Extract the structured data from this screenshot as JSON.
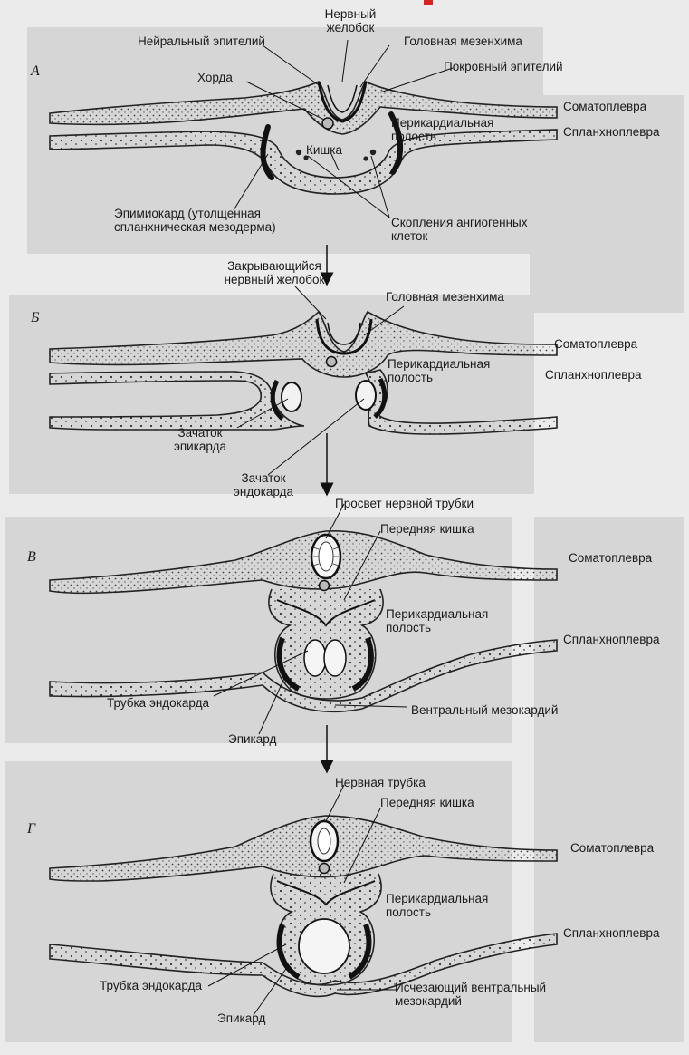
{
  "figure": {
    "panels": [
      {
        "letter": "А",
        "labels": {
          "nervous_groove": "Нервный\nжелобок",
          "neural_epithelium": "Нейральный эпителий",
          "head_mesenchyme": "Головная мезенхима",
          "chord": "Хорда",
          "integumentary_epithelium": "Покровный эпителий",
          "somatopleure": "Соматоплевра",
          "pericardial_cavity": "Перикардиальная\nполость",
          "splanchnopleure": "Спланхноплевра",
          "gut": "Кишка",
          "epimyocardium": "Эпимиокард (утолщенная\nспланхническая мезодерма)",
          "angiogenic_clusters": "Скопления ангиогенных\nклеток"
        }
      },
      {
        "letter": "Б",
        "labels": {
          "closing_groove": "Закрывающийся\nнервный желобок",
          "head_mesenchyme": "Головная мезенхима",
          "somatopleure": "Соматоплевра",
          "pericardial_cavity": "Перикардиальная\nполость",
          "splanchnopleure": "Спланхноплевра",
          "epicardium_primordium": "Зачаток\nэпикарда",
          "endocardium_primordium": "Зачаток\nэндокарда"
        }
      },
      {
        "letter": "В",
        "labels": {
          "neural_tube_lumen": "Просвет нервной трубки",
          "foregut": "Передняя кишка",
          "somatopleure": "Соматоплевра",
          "pericardial_cavity": "Перикардиальная\nполость",
          "splanchnopleure": "Спланхноплевра",
          "endocardial_tube": "Трубка эндокарда",
          "ventral_mesocardium": "Вентральный мезокардий",
          "epicardium": "Эпикард"
        }
      },
      {
        "letter": "Г",
        "labels": {
          "neural_tube": "Нервная трубка",
          "foregut": "Передняя кишка",
          "somatopleure": "Соматоплевра",
          "pericardial_cavity": "Перикардиальная\nполость",
          "splanchnopleure": "Спланхноплевра",
          "endocardial_tube": "Трубка эндокарда",
          "vanishing_mesocardium": "Исчезающий вентральный\nмезокардий",
          "epicardium": "Эпикард"
        }
      }
    ]
  }
}
